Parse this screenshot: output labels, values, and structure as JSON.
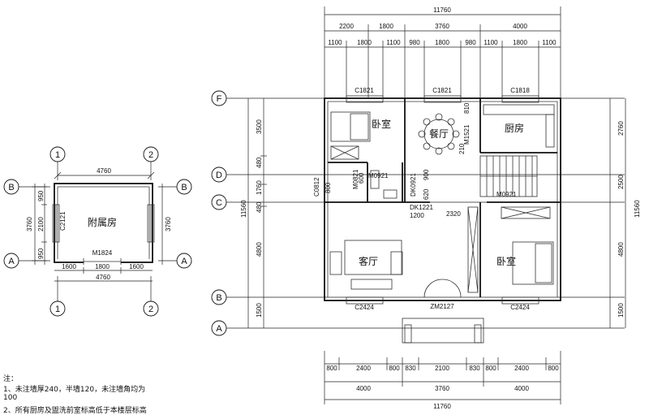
{
  "annex": {
    "room_label": "附属房",
    "top_dim": "4760",
    "bottom_dim": "4760",
    "bottom_segments": [
      "1600",
      "1800",
      "1600"
    ],
    "left_total": "3760",
    "right_total": "3760",
    "left_segments": [
      "950",
      "2100",
      "950"
    ],
    "window_top": "C2121",
    "door_bottom": "M1824",
    "axes_top": [
      "1",
      "2"
    ],
    "axes_bottom": [
      "1",
      "2"
    ],
    "axes_left": [
      "B",
      "A"
    ],
    "axes_right": [
      "B",
      "A"
    ]
  },
  "main": {
    "total_top": "11760",
    "total_bottom": "11760",
    "top_row2": [
      "2200",
      "1800",
      "3760",
      "4000"
    ],
    "top_row3": [
      "1100",
      "1800",
      "1100",
      "980",
      "1800",
      "980",
      "1100",
      "1800",
      "1100"
    ],
    "bottom_row1": [
      "800",
      "2400",
      "800",
      "830",
      "2100",
      "830",
      "800",
      "2400",
      "800"
    ],
    "bottom_row2": [
      "4000",
      "3760",
      "4000"
    ],
    "left_total": "11560",
    "right_total": "11560",
    "left_segments": [
      "3500",
      "480",
      "1760",
      "480",
      "4800",
      "1500"
    ],
    "right_segments": [
      "2760",
      "2500",
      "4800",
      "1500"
    ],
    "axes": [
      "F",
      "D",
      "C",
      "B",
      "A"
    ],
    "rooms": {
      "bedroom_nw": "卧室",
      "dining": "餐厅",
      "kitchen": "厨房",
      "living": "客厅",
      "bedroom_se": "卧室"
    },
    "labels": {
      "c1821_a": "C1821",
      "c1821_b": "C1821",
      "c1818": "C1818",
      "m0921_a": "M0921",
      "m0921_b": "M0921",
      "m1521": "M1521",
      "m0821": "M0821",
      "c0812": "C0812",
      "dk0921": "DK0921",
      "dk1221": "DK1221",
      "c2424_a": "C2424",
      "c2424_b": "C2424",
      "zm2127": "ZM2127",
      "d1200": "1200",
      "d2320": "2320",
      "d800": "800",
      "d600": "600",
      "d900": "900",
      "d620": "620",
      "d810": "810",
      "d210": "210"
    }
  },
  "notes": {
    "title": "注：",
    "line1": "1、未注墙厚240，半墙120，未注墙角均为",
    "line1b": "100",
    "line2": "2、所有厨房及盥洗前室标高低于本楼层标高"
  }
}
